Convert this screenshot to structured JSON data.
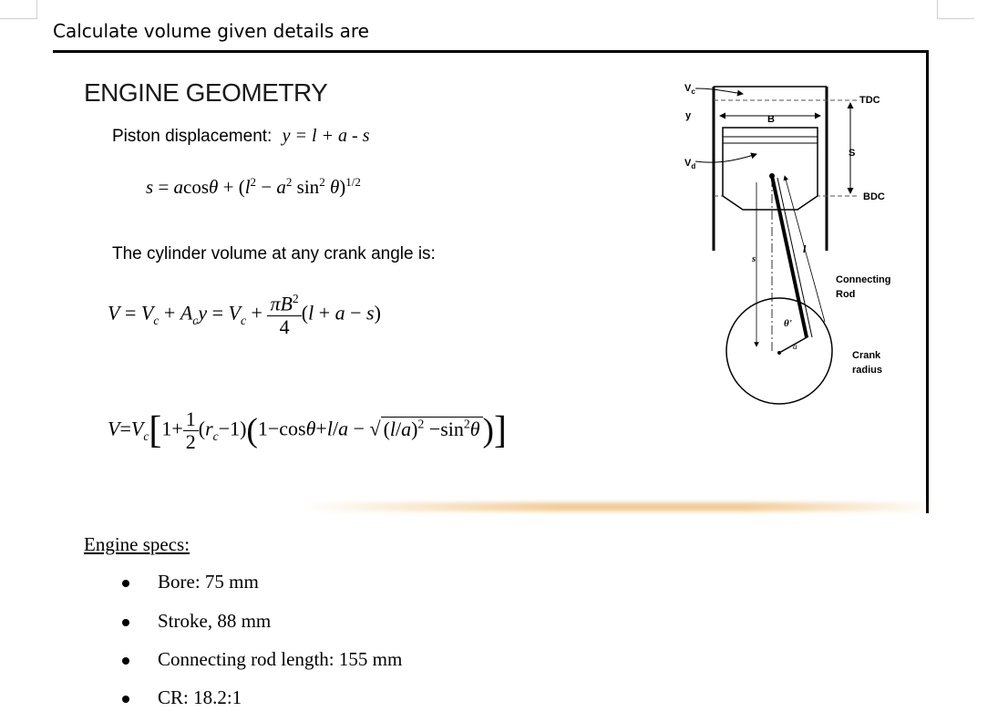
{
  "question": "Calculate volume given details are",
  "slide": {
    "title": "ENGINE GEOMETRY",
    "piston_disp_label": "Piston displacement:",
    "piston_disp_eq": "y = l + a - s",
    "cyl_volume_text": "The cylinder volume at any crank angle is:"
  },
  "diagram": {
    "vc": "V",
    "vc_sub": "c",
    "y": "y",
    "vd": "V",
    "vd_sub": "d",
    "tdc": "TDC",
    "bdc": "BDC",
    "b": "B",
    "s_right": "S",
    "s_left": "s",
    "l": "l",
    "connecting_rod": [
      "Connecting",
      "Rod"
    ],
    "theta": "θ'",
    "a": "a",
    "crank_radius": [
      "Crank",
      "radius"
    ]
  },
  "specs": {
    "heading": "Engine specs:",
    "items": [
      "Bore: 75 mm",
      "Stroke, 88 mm",
      "Connecting rod length: 155 mm",
      "CR: 18.2:1"
    ]
  }
}
